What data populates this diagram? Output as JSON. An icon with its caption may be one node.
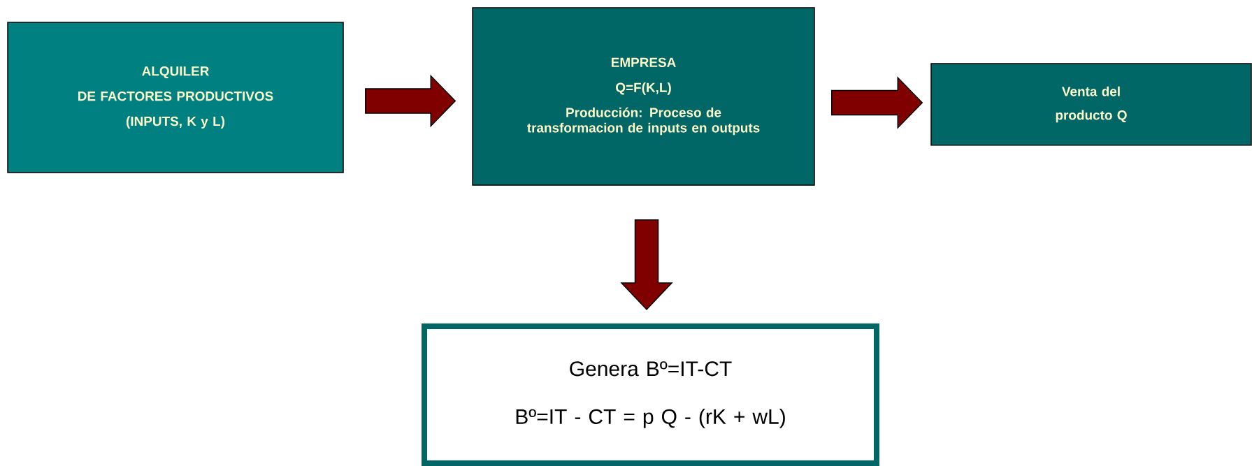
{
  "diagram": {
    "nodes": [
      {
        "text": [
          "ALQUILER",
          "DE FACTORES PRODUCTIVOS",
          "(INPUTS, K y L)"
        ]
      },
      {
        "text": [
          "EMPRESA",
          "Q=F(K,L)",
          "Producción: Proceso de transformacion de inputs en outputs"
        ]
      },
      {
        "text": [
          "Venta del",
          "producto Q"
        ]
      },
      {
        "text": [
          "Genera Bº=IT-CT",
          "Bº=IT - CT = p Q - (rK + wL)"
        ]
      }
    ],
    "edges": [
      {
        "from": 0,
        "to": 1,
        "arrow": "to"
      },
      {
        "from": 1,
        "to": 2,
        "arrow": "to"
      },
      {
        "from": 1,
        "to": 3,
        "arrow": "to"
      }
    ]
  }
}
